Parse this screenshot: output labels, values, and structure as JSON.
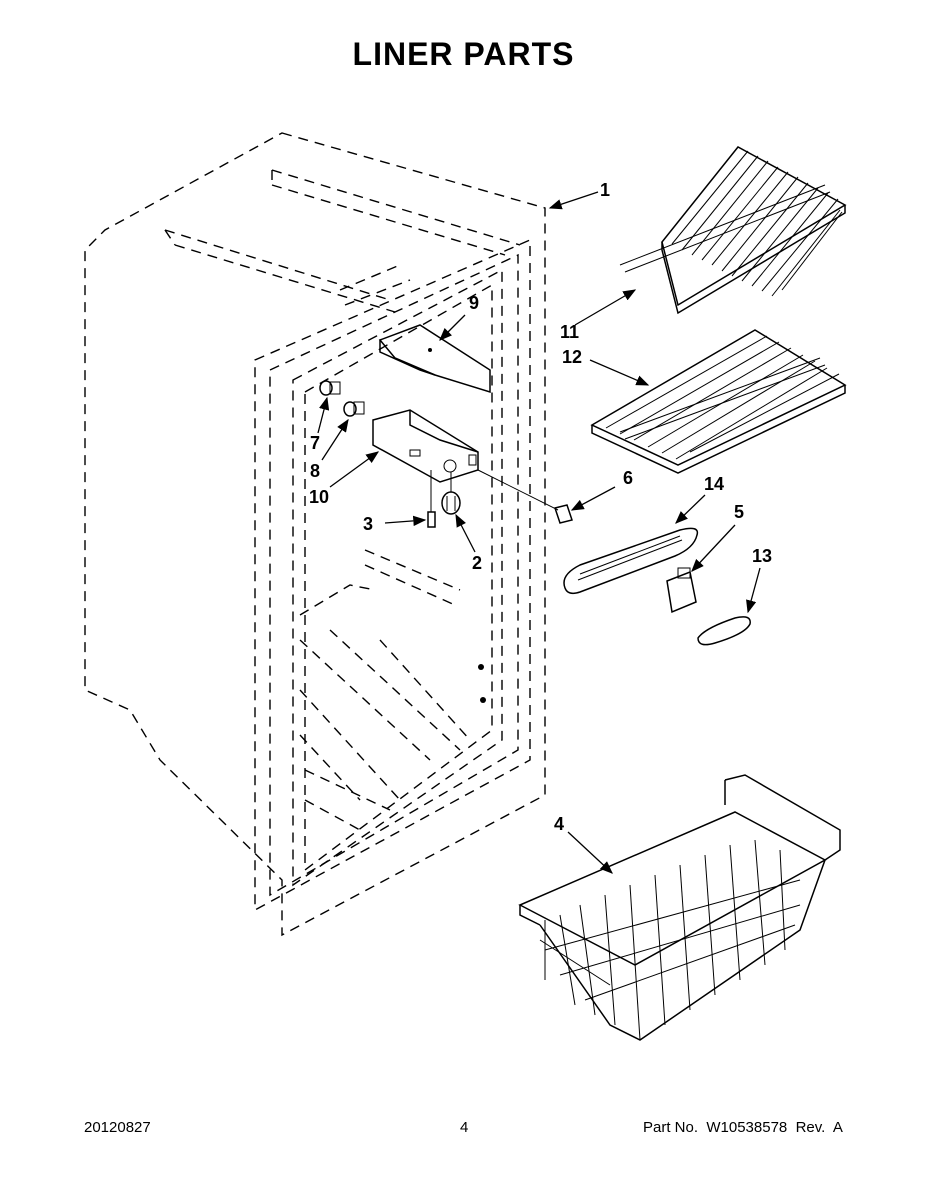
{
  "page": {
    "title": "LINER PARTS",
    "footer_date": "20120827",
    "footer_page": "4",
    "footer_part": "Part No.  W10538578  Rev.  A"
  },
  "callouts": [
    "1",
    "2",
    "3",
    "4",
    "5",
    "6",
    "7",
    "8",
    "9",
    "10",
    "11",
    "12",
    "13",
    "14"
  ]
}
